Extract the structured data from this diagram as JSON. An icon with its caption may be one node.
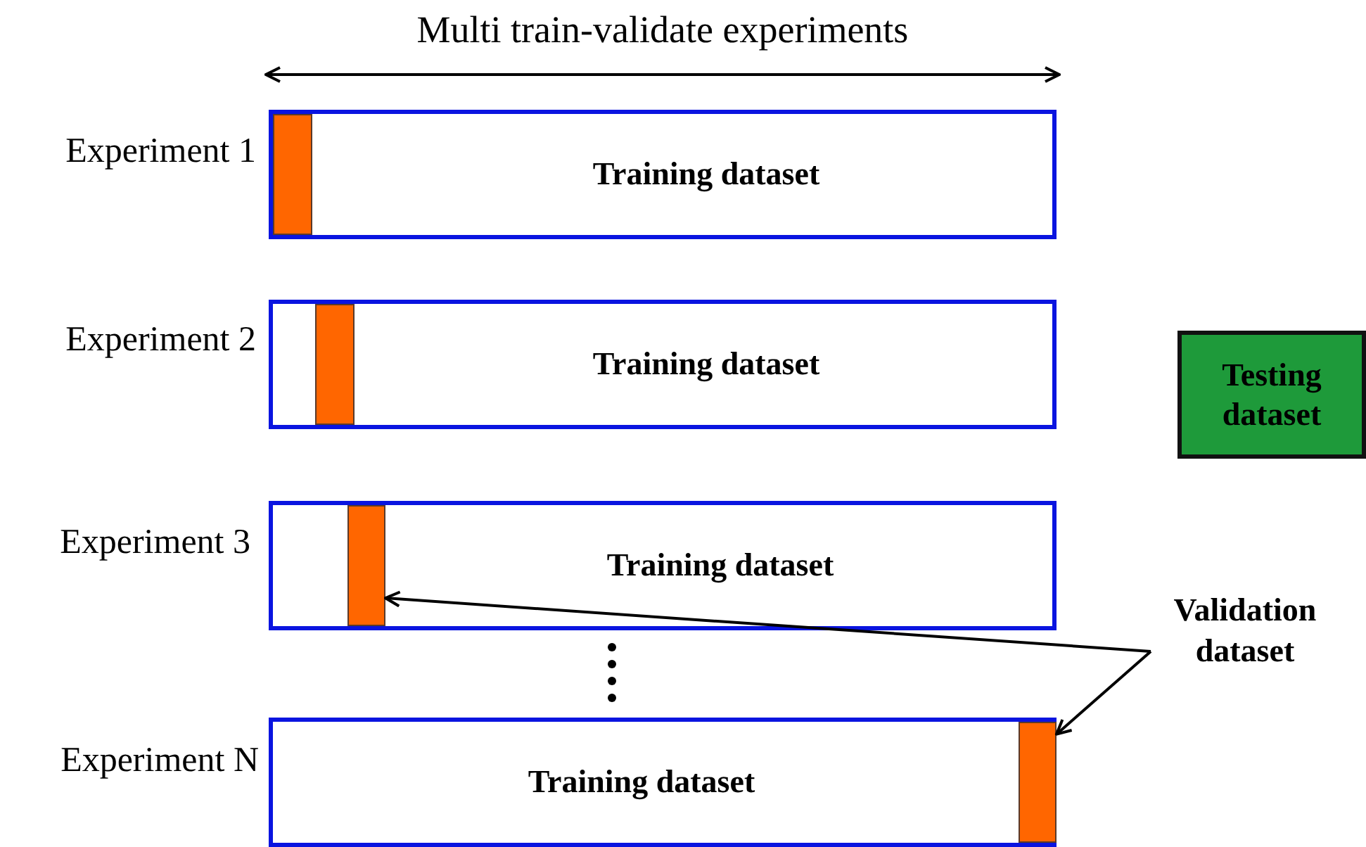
{
  "diagram": {
    "nodes": [
      {
        "text": [
          "Training dataset"
        ],
        "beside": [
          "Experiment 1"
        ]
      },
      {
        "text": [],
        "shape": "bar",
        "in": 0
      },
      {
        "text": [
          "Training dataset"
        ],
        "beside": [
          "Experiment 2"
        ]
      },
      {
        "text": [],
        "shape": "bar",
        "in": 2
      },
      {
        "text": [
          "Testing dataset"
        ]
      },
      {
        "text": [
          "Training dataset"
        ],
        "beside": [
          "Experiment 3"
        ]
      },
      {
        "text": [],
        "shape": "bar",
        "in": 5
      },
      {
        "text": [
          "Validation dataset"
        ]
      },
      {
        "text": [
          "Training dataset"
        ],
        "beside": [
          "Experiment N"
        ]
      },
      {
        "text": [],
        "shape": "bar",
        "in": 8
      }
    ],
    "edges": [
      {
        "from": 7,
        "to": 6,
        "arrow": "to"
      },
      {
        "from": 7,
        "to": 9,
        "arrow": "to"
      }
    ],
    "labels": [
      "Multi train-validate experiments"
    ]
  }
}
